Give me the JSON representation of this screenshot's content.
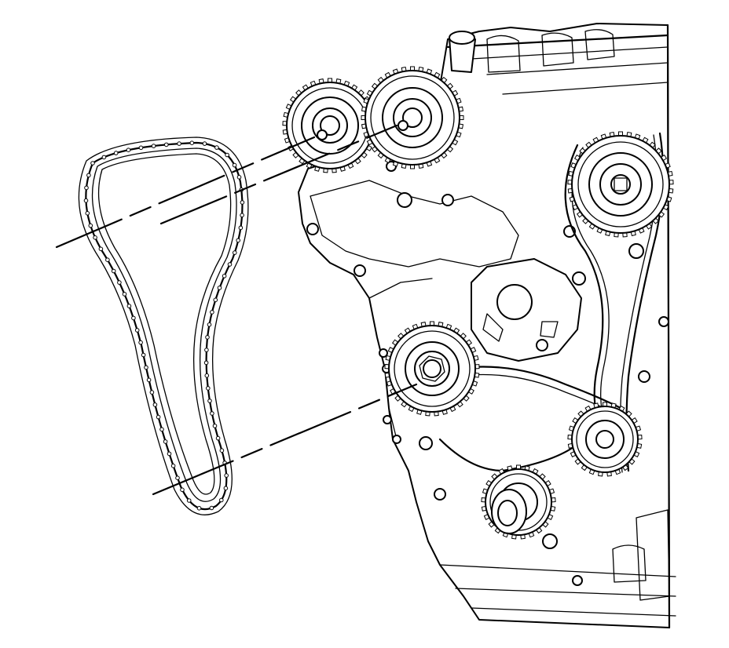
{
  "diagram": {
    "background": "#ffffff",
    "line_color": "#000000",
    "components": [
      {
        "id": "timing-chain",
        "kind": "chain",
        "icon": "timing-chain-icon"
      },
      {
        "id": "intake-camshaft-sprocket",
        "kind": "sprocket",
        "icon": "sprocket-icon"
      },
      {
        "id": "exhaust-camshaft-sprocket",
        "kind": "sprocket",
        "icon": "sprocket-icon"
      },
      {
        "id": "crankshaft-sprocket",
        "kind": "sprocket",
        "icon": "sprocket-icon"
      },
      {
        "id": "right-bank-camshaft-sprocket",
        "kind": "sprocket",
        "icon": "sprocket-icon"
      },
      {
        "id": "engine-block",
        "kind": "housing",
        "icon": "engine-block-icon"
      }
    ],
    "leader_lines": 3
  }
}
